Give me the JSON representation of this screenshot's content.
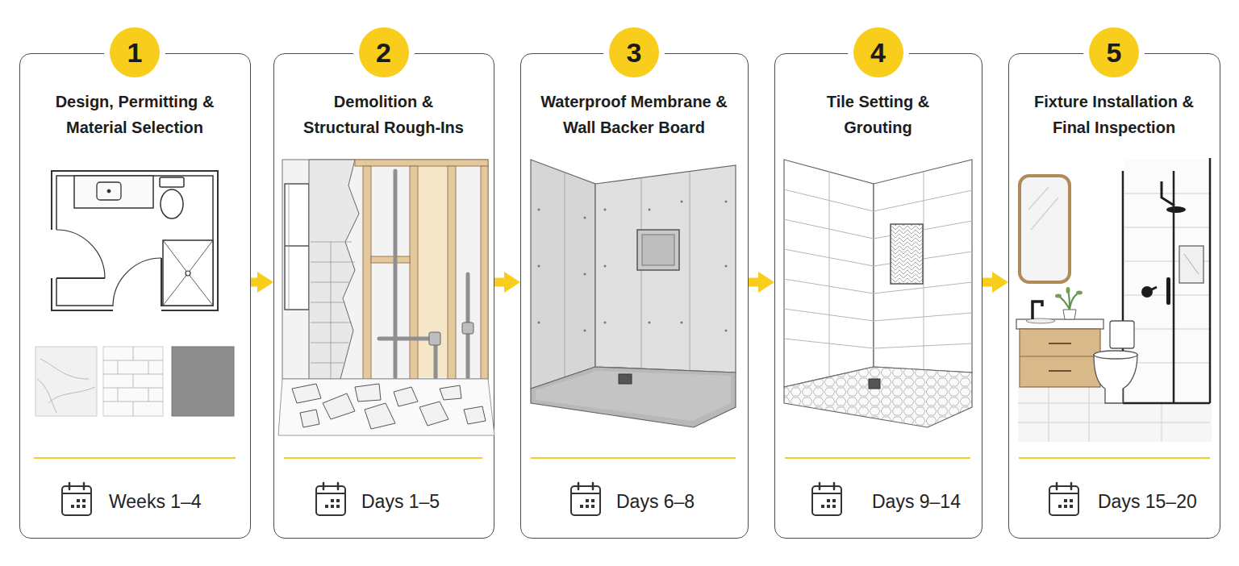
{
  "diagram": {
    "nodes": [
      {
        "text": [
          "Design, Permitting & Material Selection",
          "Weeks 1–4"
        ]
      },
      {
        "text": [
          "1"
        ],
        "in": 0
      },
      {
        "text": [
          "Demolition & Structural Rough-Ins",
          "Days 1–5"
        ]
      },
      {
        "text": [
          "2"
        ],
        "in": 2
      },
      {
        "text": [
          "Waterproof Membrane & Wall Backer Board",
          "Days 6–8"
        ]
      },
      {
        "text": [
          "3"
        ],
        "in": 4
      },
      {
        "text": [
          "Tile Setting & Grouting",
          "Days 9–14"
        ]
      },
      {
        "text": [
          "4"
        ],
        "in": 6
      },
      {
        "text": [
          "Fixture Installation & Final Inspection",
          "Days 15–20"
        ]
      },
      {
        "text": [
          "5"
        ],
        "in": 8
      }
    ],
    "edges": [
      {
        "from": 0,
        "to": 2,
        "arrow": "to"
      },
      {
        "from": 2,
        "to": 4,
        "arrow": "to"
      },
      {
        "from": 4,
        "to": 6,
        "arrow": "to"
      },
      {
        "from": 6,
        "to": 8,
        "arrow": "to"
      }
    ]
  }
}
